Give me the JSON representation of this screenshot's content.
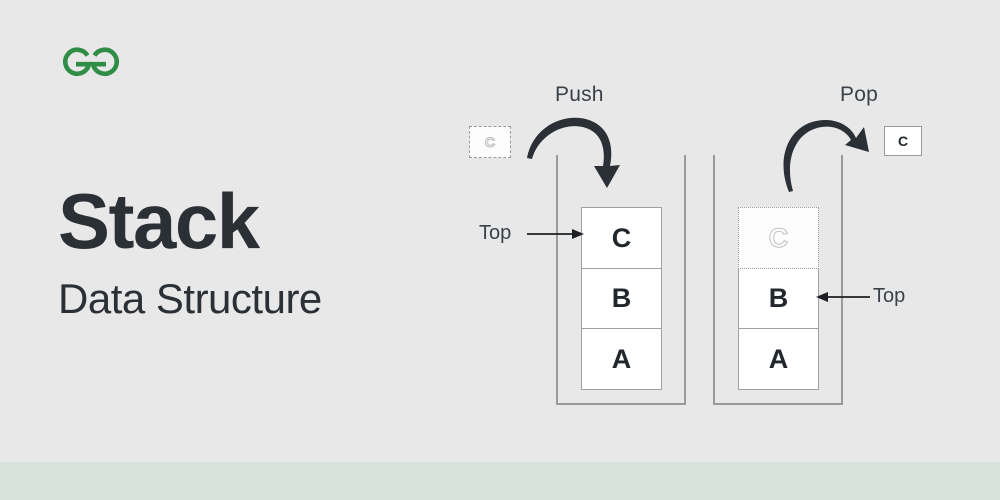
{
  "theme": {
    "background": "#e8e8e8",
    "band": "#d8e2dd",
    "ink": "#2b3036",
    "line": "#9a9a9a",
    "brand_green": "#2f8d46",
    "cell_fill": "#ffffff",
    "ghost_stroke": "#c2c2c2"
  },
  "brand": {
    "logo_name": "geeksforgeeks-logo",
    "logo_alt": "gg"
  },
  "title": {
    "heading": "Stack",
    "subheading": "Data Structure"
  },
  "diagram": {
    "push": {
      "operation_label": "Push",
      "pointer_label": "Top",
      "source_box_value": "C",
      "arrow_name": "push-curved-arrow",
      "cells": [
        {
          "value": "C",
          "state": "solid"
        },
        {
          "value": "B",
          "state": "solid"
        },
        {
          "value": "A",
          "state": "solid"
        }
      ]
    },
    "pop": {
      "operation_label": "Pop",
      "pointer_label": "Top",
      "result_box_value": "C",
      "arrow_name": "pop-curved-arrow",
      "cells": [
        {
          "value": "C",
          "state": "ghost"
        },
        {
          "value": "B",
          "state": "solid"
        },
        {
          "value": "A",
          "state": "solid"
        }
      ]
    }
  }
}
